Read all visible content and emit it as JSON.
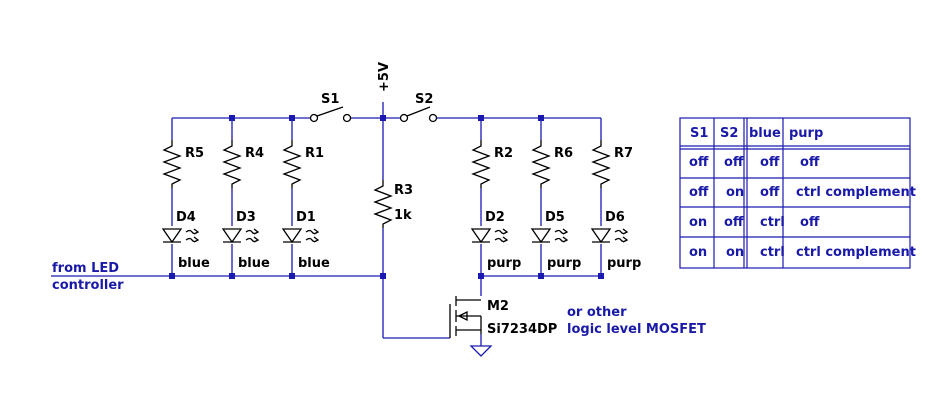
{
  "supply_label": "+5V",
  "switches": [
    {
      "id": "S1",
      "label": "S1"
    },
    {
      "id": "S2",
      "label": "S2"
    }
  ],
  "resistors": [
    {
      "id": "R5",
      "label": "R5"
    },
    {
      "id": "R4",
      "label": "R4"
    },
    {
      "id": "R1",
      "label": "R1"
    },
    {
      "id": "R3",
      "label": "R3",
      "value": "1k"
    },
    {
      "id": "R2",
      "label": "R2"
    },
    {
      "id": "R6",
      "label": "R6"
    },
    {
      "id": "R7",
      "label": "R7"
    }
  ],
  "leds": [
    {
      "id": "D4",
      "label": "D4",
      "color": "blue"
    },
    {
      "id": "D3",
      "label": "D3",
      "color": "blue"
    },
    {
      "id": "D1",
      "label": "D1",
      "color": "blue"
    },
    {
      "id": "D2",
      "label": "D2",
      "color": "purp"
    },
    {
      "id": "D5",
      "label": "D5",
      "color": "purp"
    },
    {
      "id": "D6",
      "label": "D6",
      "color": "purp"
    }
  ],
  "mosfet": {
    "label": "M2",
    "part": "Si7234DP"
  },
  "input_label": [
    "from LED",
    "controller"
  ],
  "mosfet_note": [
    "or other",
    "logic level MOSFET"
  ],
  "truth_table": {
    "headers": [
      "S1",
      "S2",
      "blue",
      "purp"
    ],
    "rows": [
      [
        "off",
        "off",
        "off",
        "off"
      ],
      [
        "off",
        "on",
        "off",
        "ctrl complement"
      ],
      [
        "on",
        "off",
        "ctrl",
        "off"
      ],
      [
        "on",
        "on",
        "ctrl",
        "ctrl complement"
      ]
    ]
  }
}
